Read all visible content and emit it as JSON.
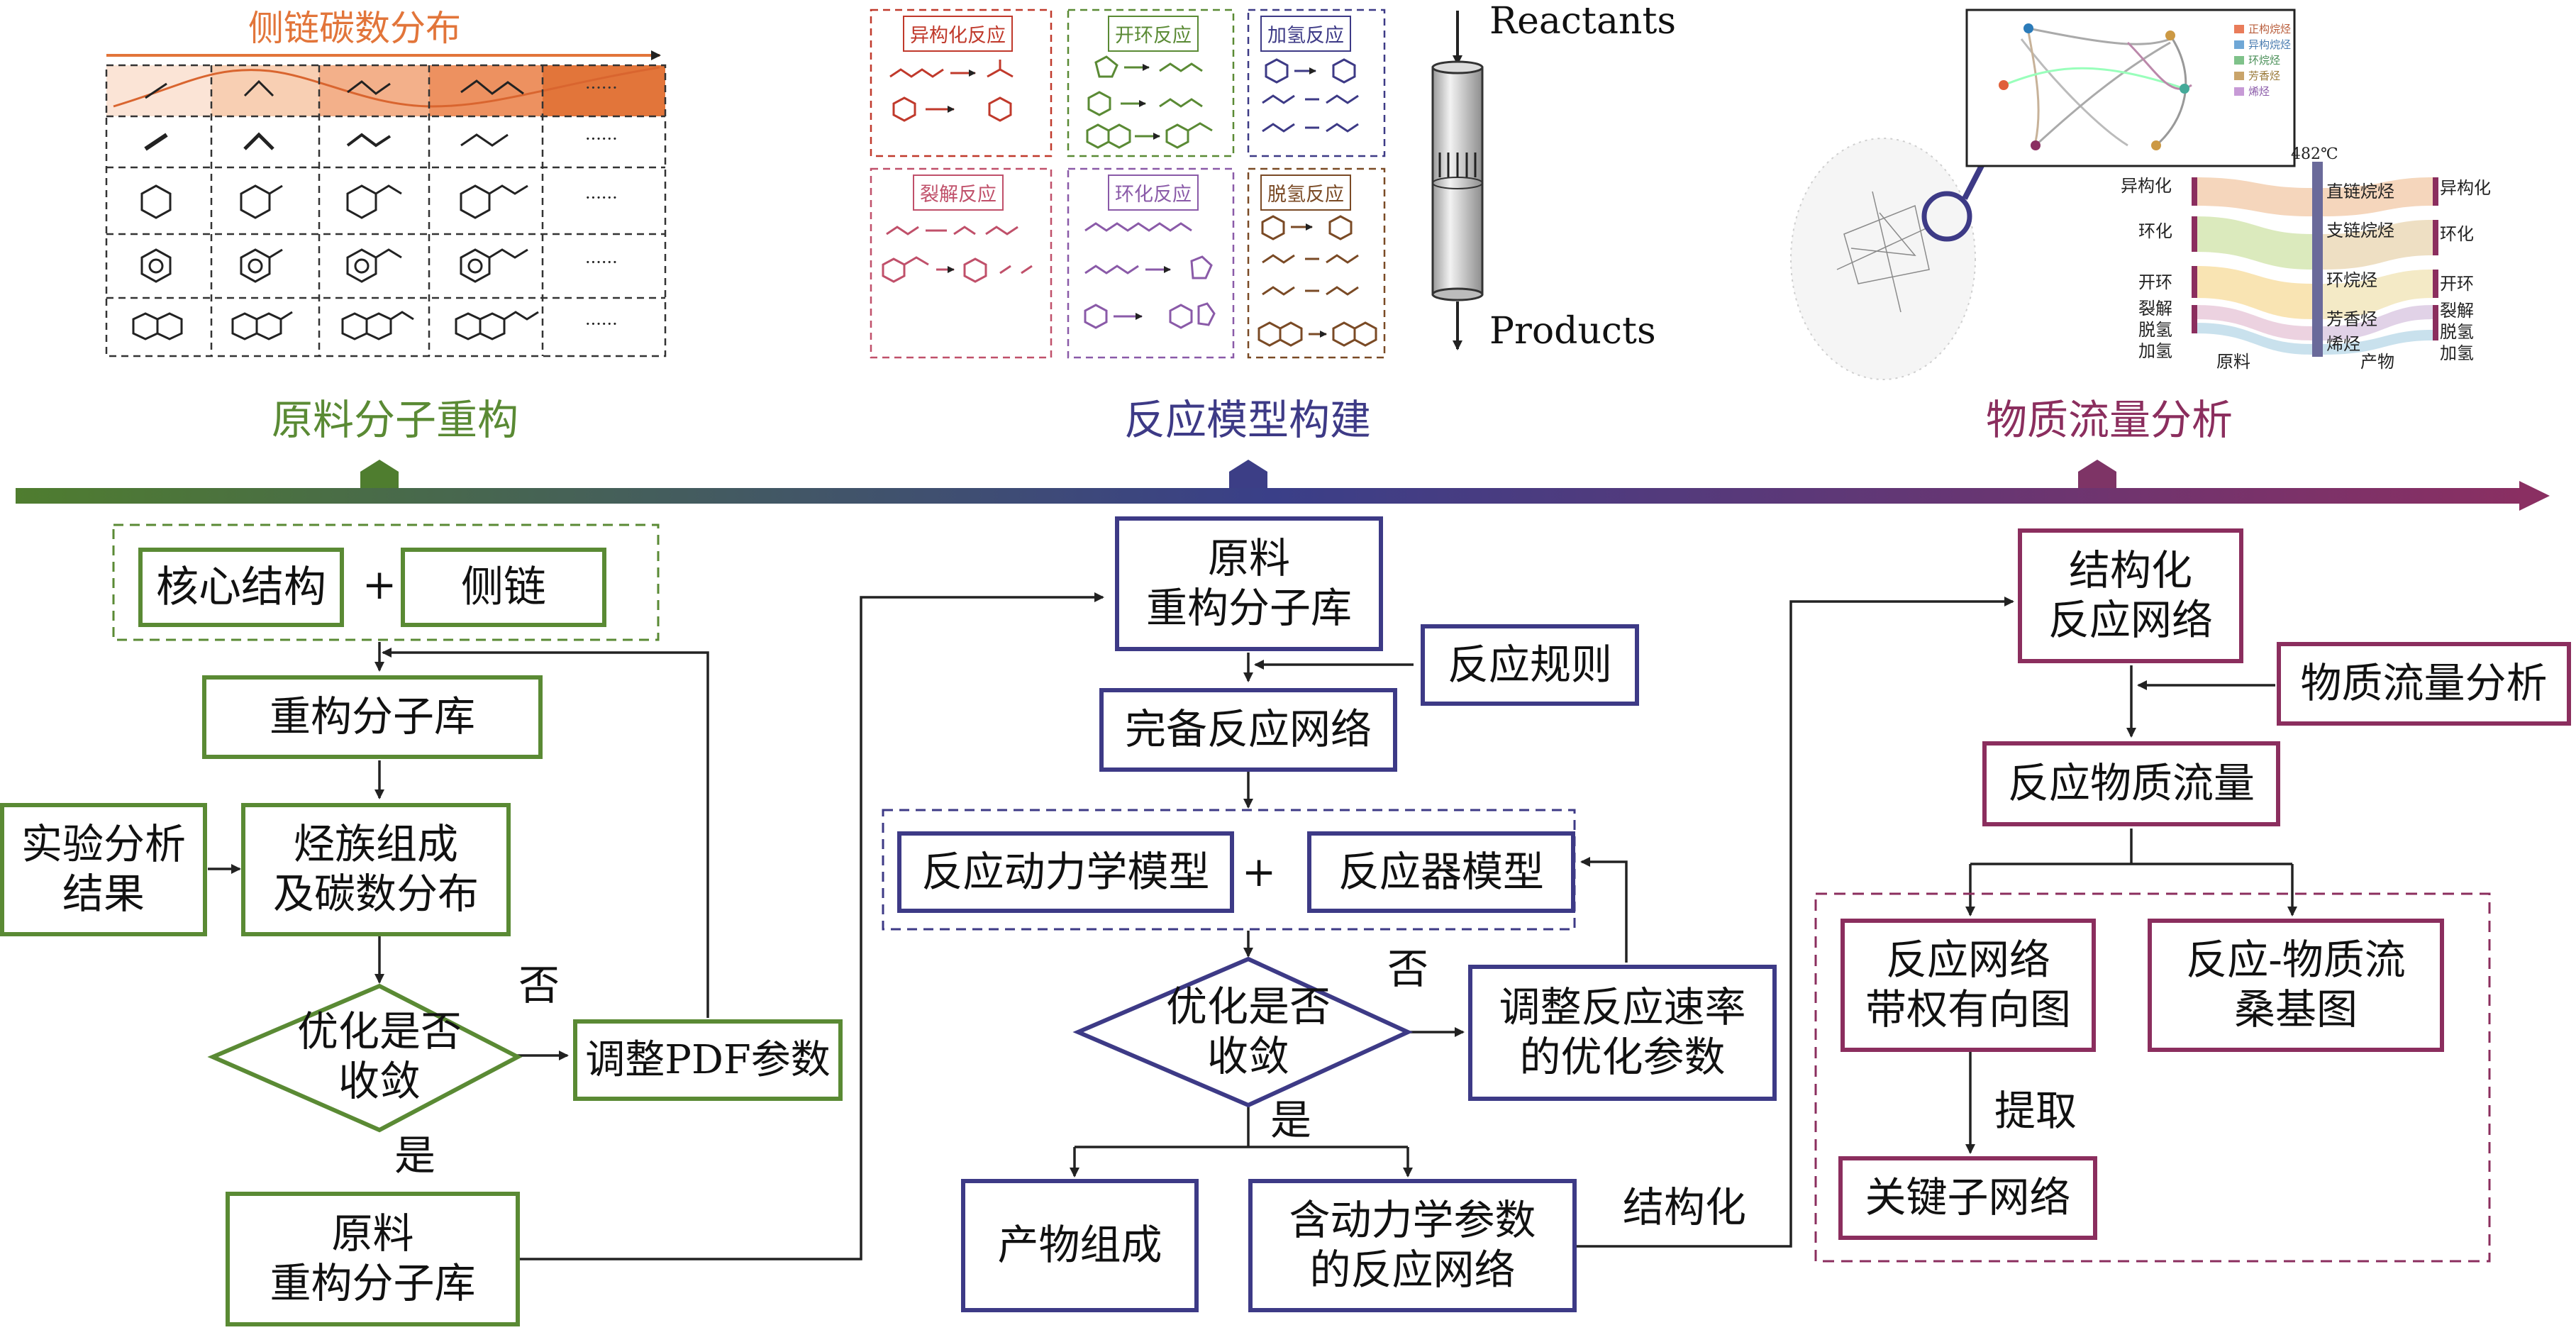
{
  "colors": {
    "green": "#5a8a34",
    "blue": "#3d3a86",
    "purple": "#8b2e5e",
    "orange": "#e2753a",
    "orange_light": "#f6d0b6"
  },
  "top": {
    "carbon_title": "侧链碳数分布",
    "carbon_more": "······",
    "reaction_types": [
      "异构化反应",
      "开环反应",
      "加氢反应",
      "裂解反应",
      "环化反应",
      "脱氢反应"
    ],
    "reactor_in": "Reactants",
    "reactor_out": "Products",
    "network_legend": [
      "正构烷烃",
      "异构烷烃",
      "环烷烃",
      "芳香烃",
      "烯烃"
    ],
    "sankey_temp": "482℃",
    "sankey_left": [
      "异构化",
      "环化",
      "开环",
      "裂解",
      "脱氢",
      "加氢"
    ],
    "sankey_mid": [
      "直链烷烃",
      "支链烷烃",
      "环烷烃",
      "芳香烃",
      "烯烃"
    ],
    "sankey_right": [
      "异构化",
      "环化",
      "开环",
      "裂解",
      "脱氢",
      "加氢"
    ],
    "sankey_bottom_left": "原料",
    "sankey_bottom_right": "产物"
  },
  "sections": {
    "s1": "原料分子重构",
    "s2": "反应模型构建",
    "s3": "物质流量分析"
  },
  "flow1": {
    "core": "核心结构",
    "plus": "+",
    "side": "侧链",
    "lib": "重构分子库",
    "exp": "实验分析\n结果",
    "comp": "烃族组成\n及碳数分布",
    "opt": "优化是否\n收敛",
    "no": "否",
    "yes": "是",
    "pdf": "调整PDF参数",
    "out": "原料\n重构分子库"
  },
  "flow2": {
    "in": "原料\n重构分子库",
    "rules": "反应规则",
    "net": "完备反应网络",
    "kin": "反应动力学模型",
    "plus": "+",
    "reactor": "反应器模型",
    "opt": "优化是否\n收敛",
    "no": "否",
    "yes": "是",
    "adj": "调整反应速率\n的优化参数",
    "prod": "产物组成",
    "kin_net": "含动力学参数\n的反应网络",
    "structured": "结构化"
  },
  "flow3": {
    "struct": "结构化\n反应网络",
    "mfa": "物质流量分析",
    "flow": "反应物质流量",
    "graph": "反应网络\n带权有向图",
    "sankey": "反应-物质流\n桑基图",
    "extract": "提取",
    "key": "关键子网络"
  }
}
